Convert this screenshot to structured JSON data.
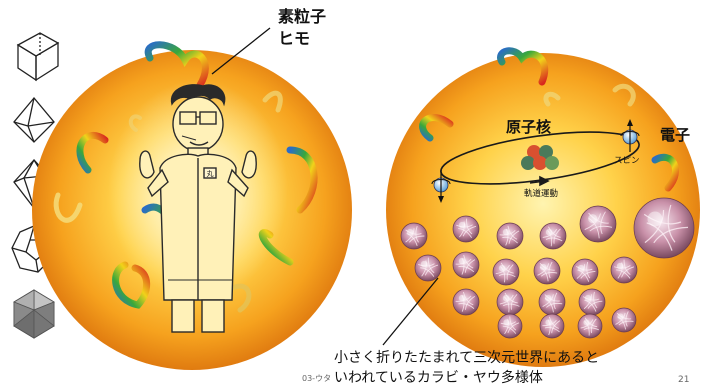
{
  "labels": {
    "particle_title_line1": "素粒子",
    "particle_title_line2": "ヒモ",
    "nucleus": "原子核",
    "electron": "電子",
    "spin": "スピン",
    "orbit": "軌道運動",
    "caption_line1": "小さく折りたたまれて三次元世界にあると",
    "caption_line2": "いわれているカラビ・ヤウ多様体",
    "footer_left": "03-ウタ",
    "page_number": "21"
  },
  "polyhedra": [
    {
      "name": "cube-icon"
    },
    {
      "name": "octahedron-icon"
    },
    {
      "name": "octahedron-outline-icon"
    },
    {
      "name": "dodecahedron-icon"
    },
    {
      "name": "icosahedron-icon"
    }
  ],
  "colors": {
    "sphere_core": "#fff3a8",
    "sphere_mid": "#ffc43a",
    "sphere_edge": "#e88a12",
    "string_blue": "#2a6cc8",
    "string_green": "#3aa83a",
    "string_yellow": "#f2d21a",
    "string_red": "#d8281e",
    "manifold": "#c08aa0"
  }
}
